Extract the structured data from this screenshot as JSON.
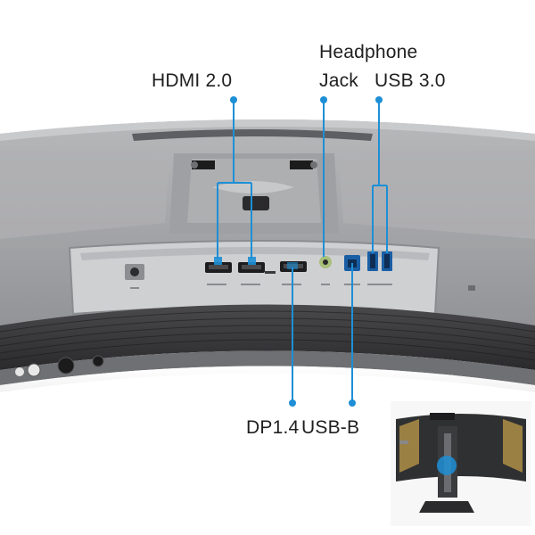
{
  "labels": {
    "hdmi": "HDMI 2.0",
    "headphone_line1": "Headphone",
    "headphone_line2": "Jack",
    "usb3": "USB 3.0",
    "dp": "DP1.4",
    "usbb": "USB-B"
  },
  "colors": {
    "callout": "#1d8fd6",
    "monitor_body": "#a9aaac",
    "monitor_dark": "#3b3b3d",
    "panel_bg": "#d3d4d6",
    "text": "#1f1f1f"
  },
  "icons": {
    "ports": [
      "power-port-icon",
      "hdmi-port-icon",
      "displayport-icon",
      "audio-jack-icon",
      "usb-b-port-icon",
      "usb-a-port-icon",
      "kensington-lock-icon"
    ]
  }
}
